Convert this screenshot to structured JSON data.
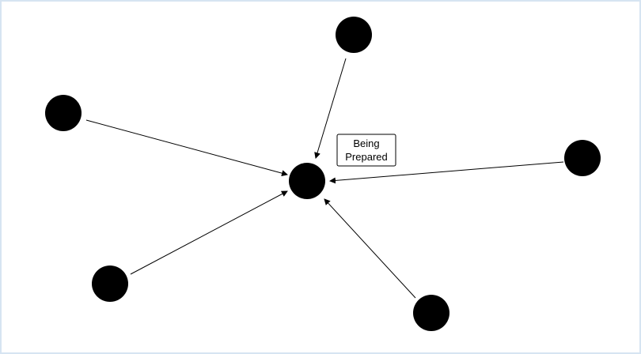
{
  "diagram": {
    "type": "directed-star-graph",
    "center_node": {
      "label_lines": [
        "Being",
        "Prepared"
      ]
    },
    "outer_node_count": 5,
    "colors": {
      "node": "#000000",
      "edge": "#000000",
      "frame_border": "#d6e4f2",
      "background": "#ffffff"
    }
  }
}
